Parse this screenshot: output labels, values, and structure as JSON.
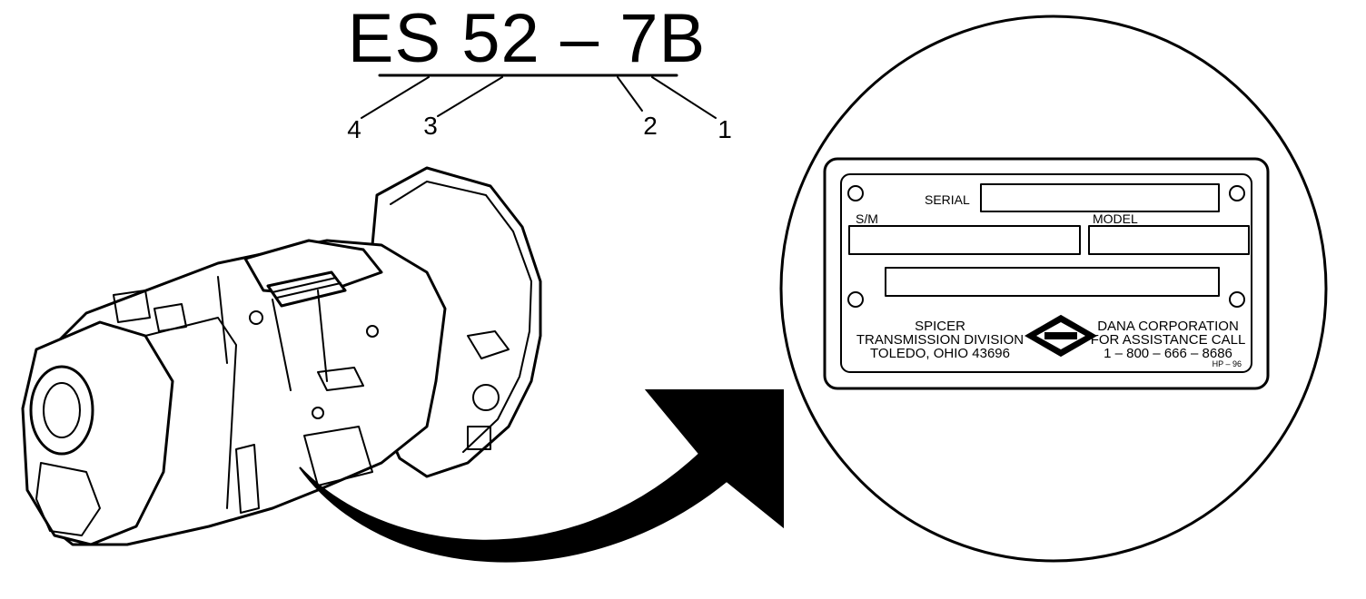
{
  "model_code": {
    "text": "ES 52 – 7B",
    "callouts": [
      "4",
      "3",
      "2",
      "1"
    ]
  },
  "id_plate": {
    "serial_label": "SERIAL",
    "sm_label": "S/M",
    "model_label": "MODEL",
    "left_block": [
      "SPICER",
      "TRANSMISSION DIVISION",
      "TOLEDO, OHIO 43696"
    ],
    "right_block": [
      "DANA CORPORATION",
      "FOR ASSISTANCE CALL",
      "1 – 800 – 666 – 8686"
    ],
    "part_code": "HP – 96"
  }
}
